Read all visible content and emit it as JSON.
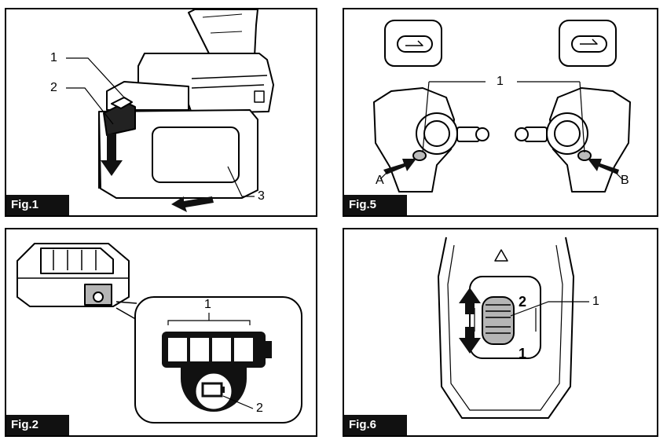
{
  "figures": [
    {
      "id": "fig1",
      "label": "Fig.1",
      "callouts": [
        "1",
        "2",
        "3"
      ]
    },
    {
      "id": "fig5",
      "label": "Fig.5",
      "callouts": [
        "1",
        "A",
        "B"
      ]
    },
    {
      "id": "fig2",
      "label": "Fig.2",
      "callouts": [
        "1",
        "2"
      ]
    },
    {
      "id": "fig6",
      "label": "Fig.6",
      "callouts": [
        "1",
        "2",
        "1"
      ]
    }
  ],
  "colors": {
    "line": "#000000",
    "fill_dark": "#111111",
    "fill_gray": "#b5b5b5"
  },
  "icons": [
    "arrow-down-icon",
    "arrow-left-icon",
    "battery-indicator-icon",
    "rotation-direction-icon",
    "arrow-up-down-icon"
  ]
}
